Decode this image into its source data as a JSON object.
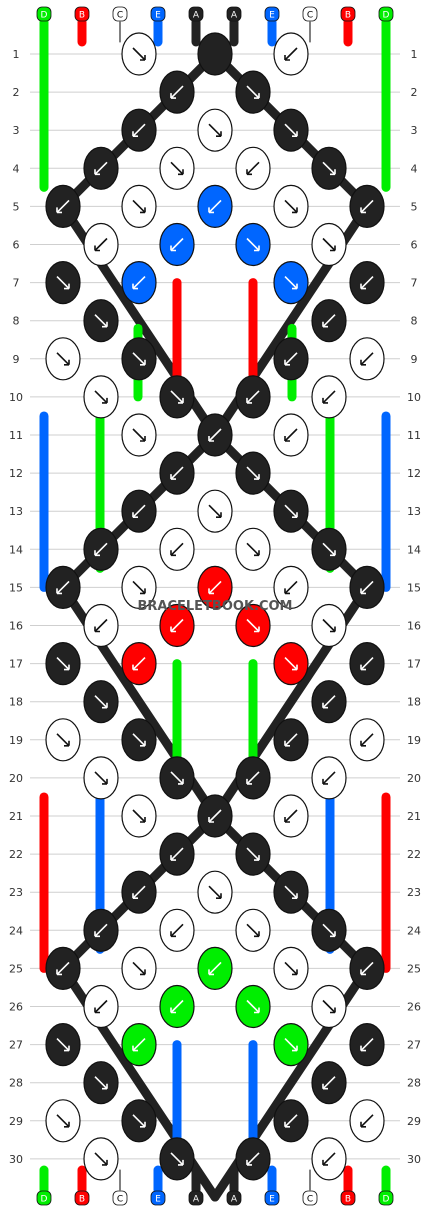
{
  "pattern": {
    "strand_labels": [
      "D",
      "B",
      "C",
      "E",
      "A",
      "A",
      "E",
      "C",
      "B",
      "D"
    ],
    "colors": {
      "A": "#222222",
      "B": "#ff0000",
      "C": "#ffffff",
      "D": "#00ee00",
      "E": "#0066ff"
    },
    "row_numbers": [
      "1",
      "2",
      "3",
      "4",
      "5",
      "6",
      "7",
      "8",
      "9",
      "10",
      "11",
      "12",
      "13",
      "14",
      "15",
      "16",
      "17",
      "18",
      "19",
      "20",
      "21",
      "22",
      "23",
      "24",
      "25",
      "26",
      "27",
      "28",
      "29",
      "30"
    ],
    "watermark": "BRACELETBOOK.COM"
  }
}
